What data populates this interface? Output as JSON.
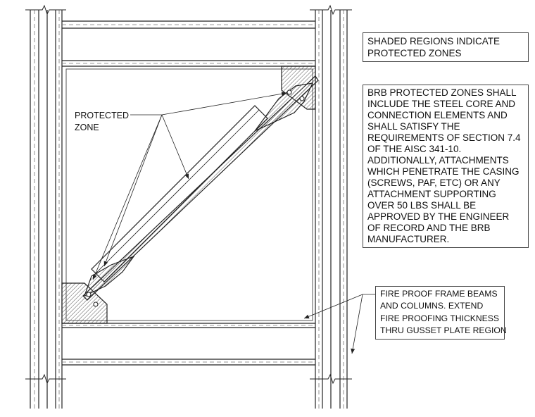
{
  "notes": {
    "shaded": [
      "SHADED REGIONS INDICATE",
      "PROTECTED ZONES"
    ],
    "brb": [
      "BRB PROTECTED ZONES SHALL",
      "INCLUDE THE STEEL CORE AND",
      "CONNECTION ELEMENTS AND",
      "SHALL SATISFY THE",
      "REQUIREMENTS OF SECTION 7.4",
      "OF THE AISC 341-10.",
      "ADDITIONALLY, ATTACHMENTS",
      "WHICH PENETRATE THE CASING",
      "(SCREWS, PAF, ETC) OR ANY",
      "ATTACHMENT SUPPORTING",
      "OVER 50 LBS SHALL BE",
      "APPROVED BY THE ENGINEER",
      "OF RECORD AND THE BRB",
      "MANUFACTURER."
    ],
    "fireproof": [
      "FIRE PROOF FRAME BEAMS",
      "AND COLUMNS.  EXTEND",
      "FIRE PROOFING THICKNESS",
      "THRU GUSSET PLATE REGION"
    ]
  },
  "labels": {
    "protected_zone": [
      "PROTECTED",
      "ZONE"
    ]
  },
  "colors": {
    "line": "#222222",
    "hatch": "#555555",
    "fireproof": "#777777"
  }
}
